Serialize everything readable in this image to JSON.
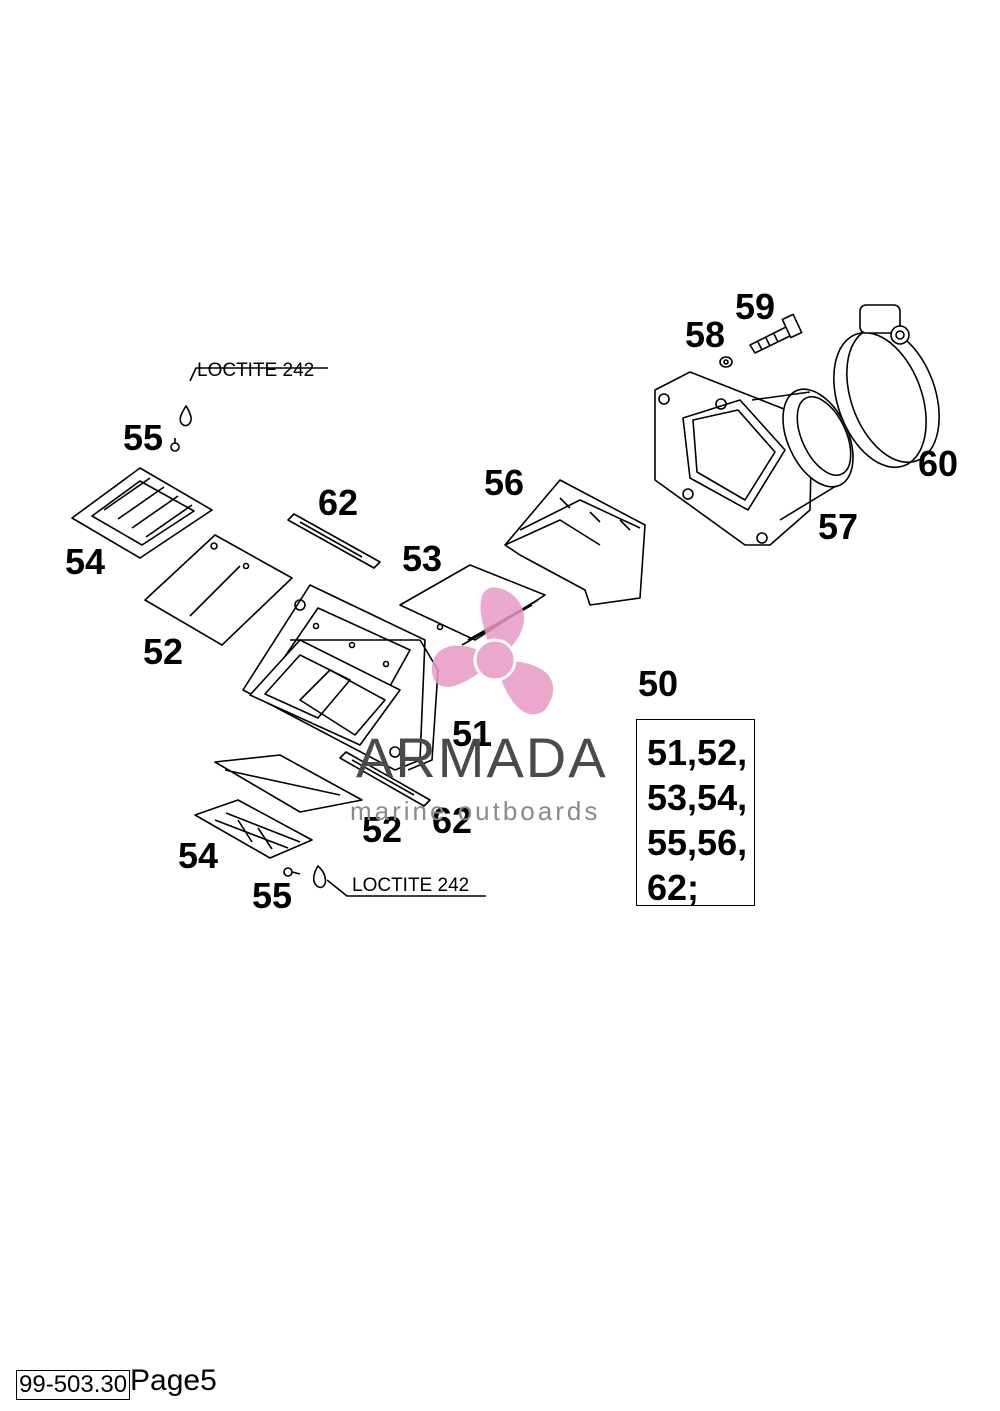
{
  "callouts": {
    "c50": "50",
    "c51": "51",
    "c52a": "52",
    "c52b": "52",
    "c53": "53",
    "c54a": "54",
    "c54b": "54",
    "c55a": "55",
    "c55b": "55",
    "c56": "56",
    "c57": "57",
    "c58": "58",
    "c59": "59",
    "c60": "60",
    "c62a": "62",
    "c62b": "62"
  },
  "notes": {
    "loctite_top": "LOCTITE 242",
    "loctite_bottom": "LOCTITE 242"
  },
  "kit": {
    "lines": [
      "51,52,",
      "53,54,",
      "55,56,",
      "62;"
    ]
  },
  "watermark": {
    "title": "ARMADA",
    "subtitle": "marine outboards",
    "colors": {
      "logo": "#e89ac4",
      "logo_dark": "#b0306a"
    }
  },
  "footer": {
    "code": "99-503.30",
    "page": "Page5"
  }
}
